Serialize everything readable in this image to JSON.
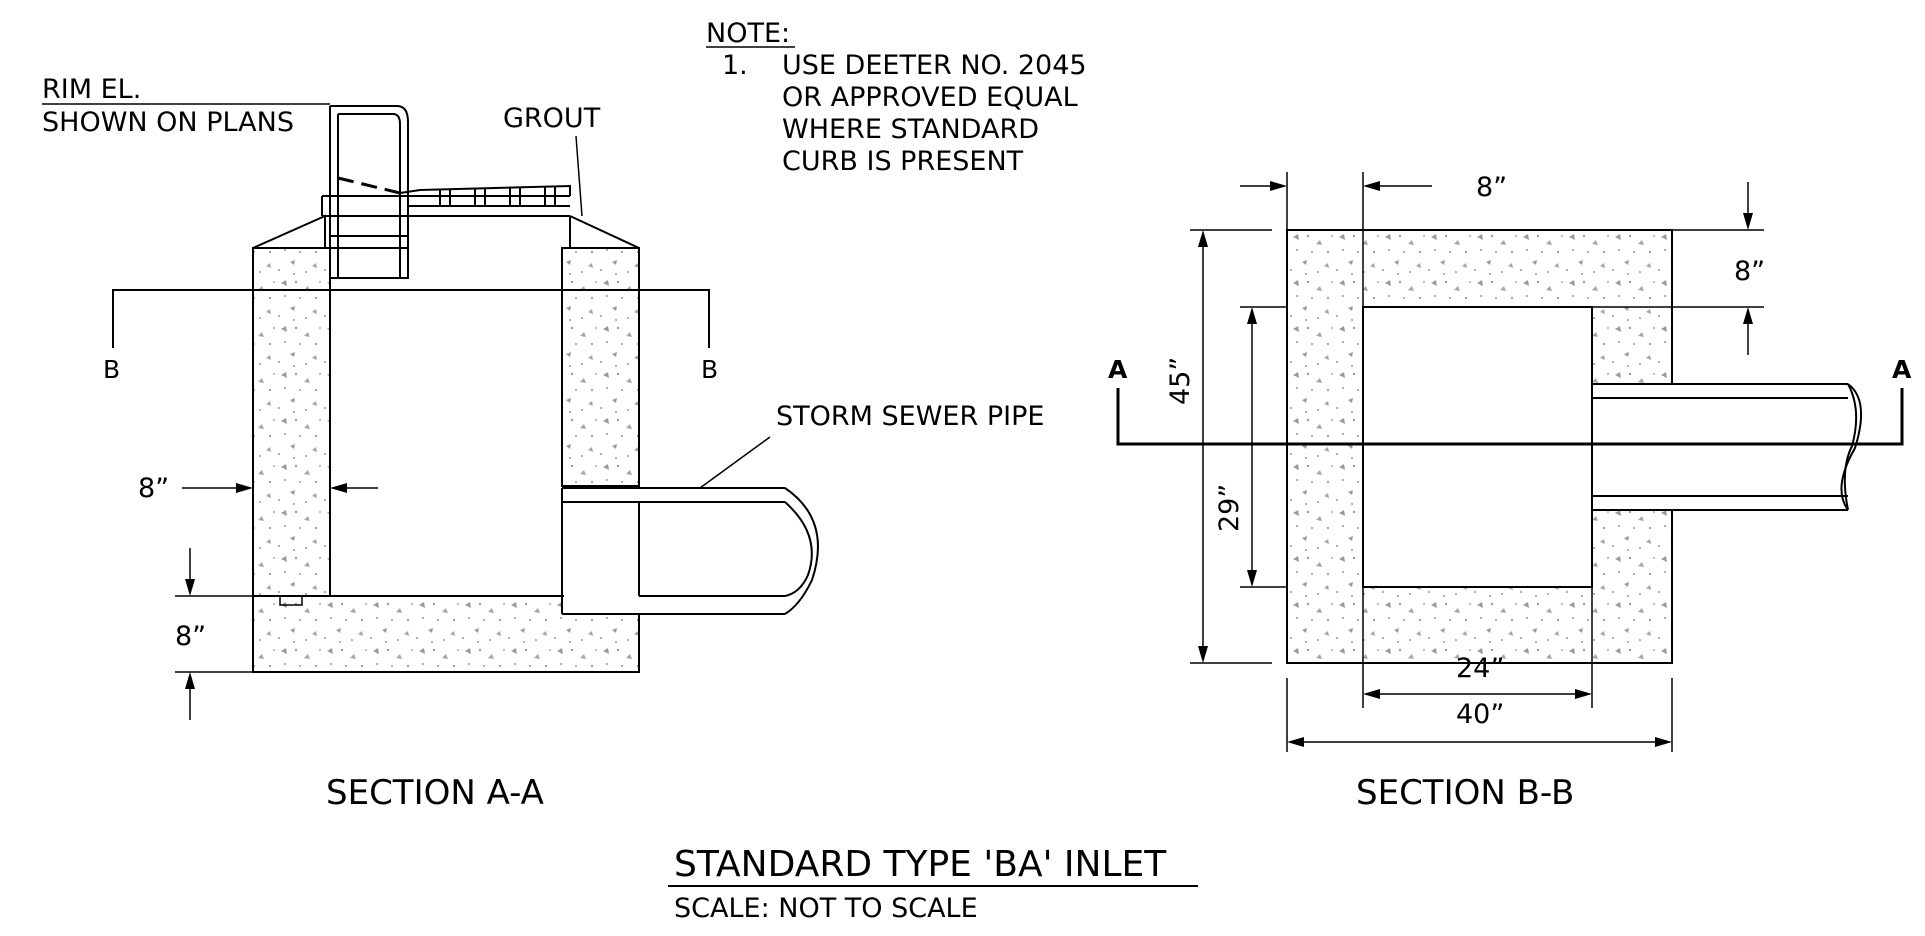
{
  "note": {
    "heading": "NOTE:",
    "number": "1.",
    "lines": [
      "USE DEETER NO. 2045",
      "OR APPROVED EQUAL",
      "WHERE STANDARD",
      "CURB IS PRESENT"
    ]
  },
  "section_a": {
    "rim_label": "RIM EL.",
    "rim_label2": "SHOWN ON PLANS",
    "grout": "GROUT",
    "cut_left": "B",
    "cut_right": "B",
    "pipe_label": "STORM SEWER PIPE",
    "wall_dim": "8”",
    "floor_dim": "8”",
    "title": "SECTION A-A"
  },
  "section_b": {
    "cut_left": "A",
    "cut_right": "A",
    "dim_top": "8”",
    "dim_right": "8”",
    "dim_overall_h": "45”",
    "dim_inner_h": "29”",
    "dim_inner_w": "24”",
    "dim_overall_w": "40”",
    "title": "SECTION B-B"
  },
  "title_block": {
    "title": "STANDARD TYPE 'BA' INLET",
    "scale": "SCALE:  NOT TO SCALE"
  }
}
